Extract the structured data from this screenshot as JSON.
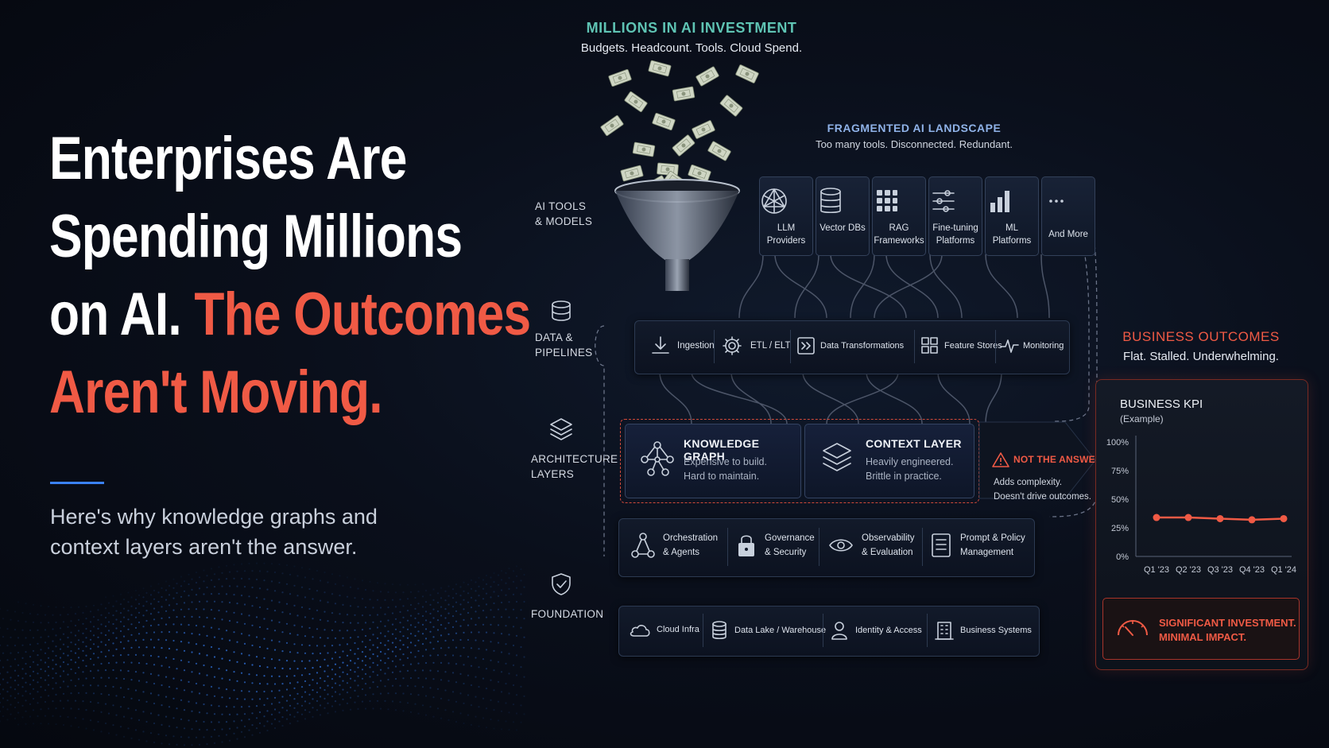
{
  "headline": {
    "line1": "Enterprises Are",
    "line2": "Spending Millions",
    "line3_white": "on AI.",
    "line3_red": "The Outcomes",
    "line4": "Aren't Moving."
  },
  "subtitle": {
    "line1": "Here's why knowledge graphs and",
    "line2": "context layers aren't the answer."
  },
  "investment": {
    "title": "MILLIONS IN AI INVESTMENT",
    "subtitle": "Budgets. Headcount. Tools. Cloud Spend."
  },
  "landscape": {
    "title": "FRAGMENTED AI LANDSCAPE",
    "subtitle": "Too many tools. Disconnected. Redundant."
  },
  "side_labels": {
    "ai_tools_1": "AI TOOLS",
    "ai_tools_2": "& MODELS",
    "data_1": "DATA &",
    "data_2": "PIPELINES",
    "arch_1": "ARCHITECTURE",
    "arch_2": "LAYERS",
    "foundation": "FOUNDATION"
  },
  "tools": [
    {
      "l1": "LLM",
      "l2": "Providers",
      "icon": "network-icon"
    },
    {
      "l1": "Vector DBs",
      "l2": "",
      "icon": "database-icon"
    },
    {
      "l1": "RAG",
      "l2": "Frameworks",
      "icon": "grid-icon"
    },
    {
      "l1": "Fine-tuning",
      "l2": "Platforms",
      "icon": "sliders-icon"
    },
    {
      "l1": "ML",
      "l2": "Platforms",
      "icon": "bar-chart-icon"
    },
    {
      "l1": "And More",
      "l2": "",
      "icon": "ellipsis-icon"
    }
  ],
  "pipelines": [
    {
      "label": "Ingestion",
      "icon": "download-icon"
    },
    {
      "label": "ETL / ELT",
      "icon": "gear-icon"
    },
    {
      "label": "Data Transformations",
      "icon": "transform-icon"
    },
    {
      "label": "Feature Stores",
      "icon": "grid-icon"
    },
    {
      "label": "Monitoring",
      "icon": "pulse-icon"
    }
  ],
  "architecture": {
    "kg": {
      "title": "KNOWLEDGE GRAPH",
      "d1": "Expensive to build.",
      "d2": "Hard to maintain."
    },
    "ctx": {
      "title": "CONTEXT LAYER",
      "d1": "Heavily engineered.",
      "d2": "Brittle in practice."
    },
    "warning": {
      "title": "NOT THE ANSWER",
      "d1": "Adds complexity.",
      "d2": "Doesn't drive outcomes."
    }
  },
  "services": [
    {
      "l1": "Orchestration",
      "l2": "& Agents",
      "icon": "nodes-icon"
    },
    {
      "l1": "Governance",
      "l2": "& Security",
      "icon": "lock-icon"
    },
    {
      "l1": "Observability",
      "l2": "& Evaluation",
      "icon": "eye-icon"
    },
    {
      "l1": "Prompt & Policy",
      "l2": "Management",
      "icon": "document-icon"
    }
  ],
  "foundation": [
    {
      "label": "Cloud Infra",
      "icon": "cloud-icon"
    },
    {
      "label": "Data Lake / Warehouse",
      "icon": "database-icon"
    },
    {
      "label": "Identity & Access",
      "icon": "user-icon"
    },
    {
      "label": "Business Systems",
      "icon": "building-icon"
    }
  ],
  "outcomes": {
    "title": "BUSINESS OUTCOMES",
    "subtitle": "Flat. Stalled. Underwhelming.",
    "kpi_title": "BUSINESS KPI",
    "kpi_sub": "(Example)",
    "alert_1": "SIGNIFICANT INVESTMENT.",
    "alert_2": "MINIMAL IMPACT."
  },
  "colors": {
    "accent_red": "#f05a45",
    "accent_teal": "#5fc4b4",
    "accent_blue": "#3b82f6",
    "landscape_blue": "#8fb2e8"
  },
  "chart_data": {
    "type": "line",
    "title": "BUSINESS KPI",
    "subtitle": "(Example)",
    "categories": [
      "Q1 '23",
      "Q2 '23",
      "Q3 '23",
      "Q4 '23",
      "Q1 '24"
    ],
    "yticks": [
      "100%",
      "75%",
      "50%",
      "25%",
      "0%"
    ],
    "series": [
      {
        "values": [
          34,
          34,
          33,
          32,
          33
        ]
      }
    ],
    "ylim": [
      0,
      100
    ],
    "color": "#f05a45",
    "grid": false
  }
}
